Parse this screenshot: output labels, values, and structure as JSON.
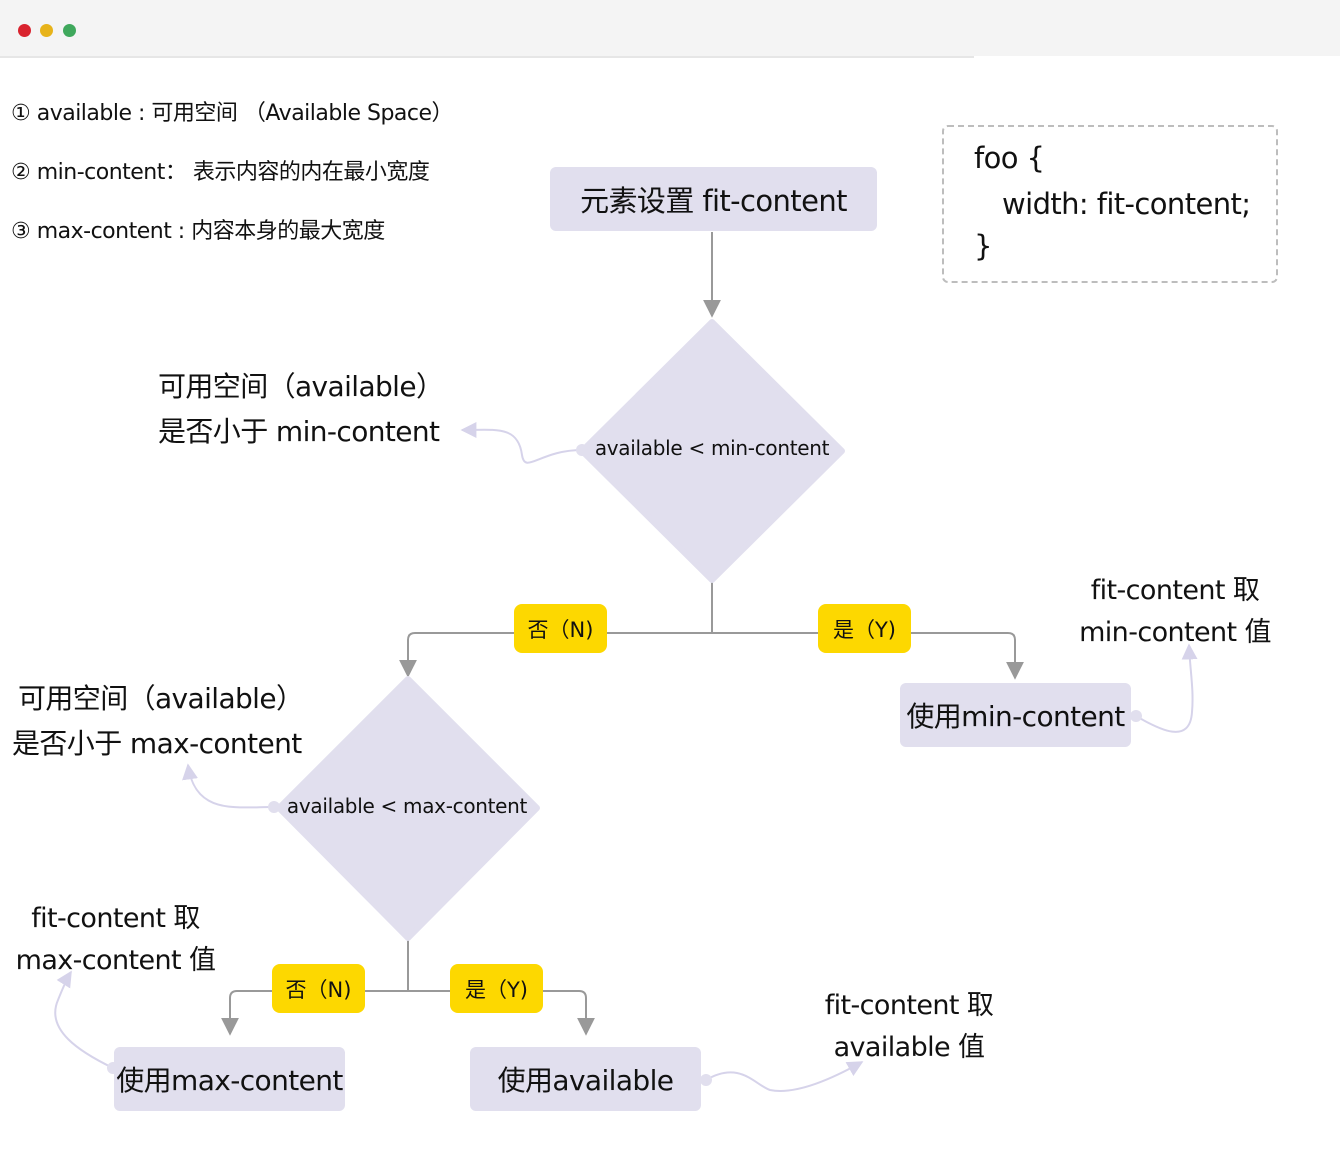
{
  "window": {
    "dot_colors": [
      "#d9232e",
      "#e7b31a",
      "#3fa85c"
    ]
  },
  "legend": [
    "① available : 可用空间 （Available Space）",
    "② min-content： 表示内容的内在最小宽度",
    "③ max-content : 内容本身的最大宽度"
  ],
  "code": {
    "line1": "foo {",
    "line2": "width: fit-content;",
    "line3": "}"
  },
  "nodes": {
    "start": "元素设置 fit-content",
    "decision1": "available < min-content",
    "decision2": "available < max-content",
    "use_min": "使用min-content",
    "use_max": "使用max-content",
    "use_available": "使用available"
  },
  "edges": {
    "no1": "否（N)",
    "yes1": "是（Y)",
    "no2": "否（N)",
    "yes2": "是（Y)"
  },
  "notes": {
    "d1_line1": "可用空间（available）",
    "d1_line2": "是否小于 min-content",
    "d2_line1": "可用空间（available）",
    "d2_line2": "是否小于 max-content",
    "min_line1": "fit-content 取",
    "min_line2": "min-content 值",
    "max_line1": "fit-content 取",
    "max_line2": "max-content 值",
    "avail_line1": "fit-content 取",
    "avail_line2": "available 值"
  },
  "colors": {
    "node_fill": "#e1dfee",
    "tag_fill": "#fdd800",
    "arrow": "#999999",
    "note_connector": "#d6d3ea"
  }
}
